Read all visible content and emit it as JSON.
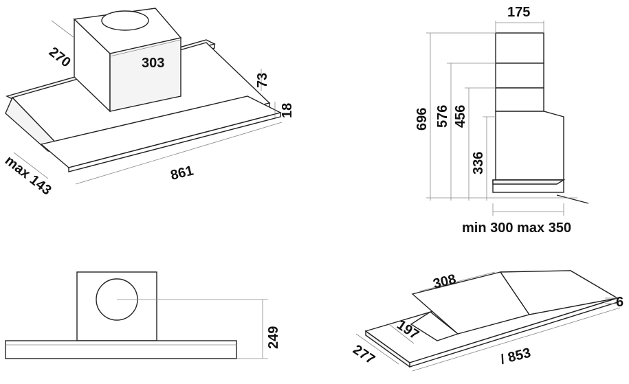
{
  "diagram": {
    "iso_view": {
      "dim_depth": "270",
      "dim_motor_width": "303",
      "dim_height": "73",
      "dim_panel": "18",
      "dim_max_extension": "max 143",
      "dim_width": "861"
    },
    "side_view": {
      "dim_width": "175",
      "dim_h1": "696",
      "dim_h2": "576",
      "dim_h3": "456",
      "dim_h4": "336",
      "dim_range": "min 300 max 350"
    },
    "front_view": {
      "dim_height": "249"
    },
    "cutout_view": {
      "dim_cutout_width": "308",
      "dim_cutout_depth": "197",
      "dim_depth": "277",
      "dim_width": "/ 853",
      "dim_thickness": "6"
    }
  }
}
